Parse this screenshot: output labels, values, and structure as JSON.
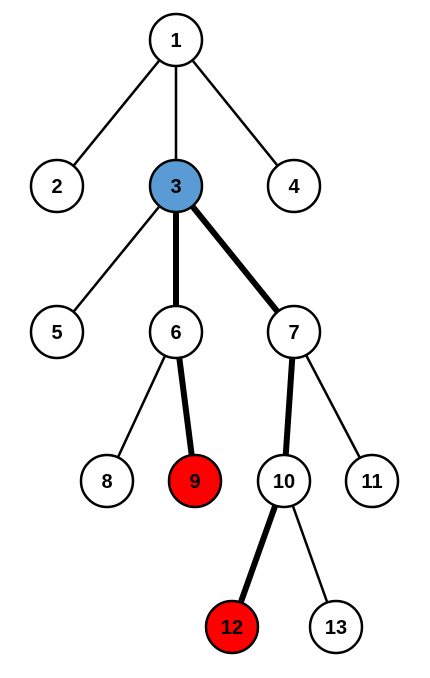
{
  "colors": {
    "default_fill": "#ffffff",
    "root_selected_fill": "#5b9bd5",
    "highlight_fill": "#ff0000",
    "stroke": "#000000"
  },
  "nodes": [
    {
      "id": "1",
      "label": "1",
      "state": "default"
    },
    {
      "id": "2",
      "label": "2",
      "state": "default"
    },
    {
      "id": "3",
      "label": "3",
      "state": "selected"
    },
    {
      "id": "4",
      "label": "4",
      "state": "default"
    },
    {
      "id": "5",
      "label": "5",
      "state": "default"
    },
    {
      "id": "6",
      "label": "6",
      "state": "default"
    },
    {
      "id": "7",
      "label": "7",
      "state": "default"
    },
    {
      "id": "8",
      "label": "8",
      "state": "default"
    },
    {
      "id": "9",
      "label": "9",
      "state": "highlight"
    },
    {
      "id": "10",
      "label": "10",
      "state": "default"
    },
    {
      "id": "11",
      "label": "11",
      "state": "default"
    },
    {
      "id": "12",
      "label": "12",
      "state": "highlight"
    },
    {
      "id": "13",
      "label": "13",
      "state": "default"
    }
  ],
  "edges": [
    {
      "from": "1",
      "to": "2",
      "bold": false
    },
    {
      "from": "1",
      "to": "3",
      "bold": false
    },
    {
      "from": "1",
      "to": "4",
      "bold": false
    },
    {
      "from": "3",
      "to": "5",
      "bold": false
    },
    {
      "from": "3",
      "to": "6",
      "bold": true
    },
    {
      "from": "3",
      "to": "7",
      "bold": true
    },
    {
      "from": "6",
      "to": "8",
      "bold": false
    },
    {
      "from": "6",
      "to": "9",
      "bold": true
    },
    {
      "from": "7",
      "to": "10",
      "bold": true
    },
    {
      "from": "7",
      "to": "11",
      "bold": false
    },
    {
      "from": "10",
      "to": "12",
      "bold": true
    },
    {
      "from": "10",
      "to": "13",
      "bold": false
    }
  ]
}
